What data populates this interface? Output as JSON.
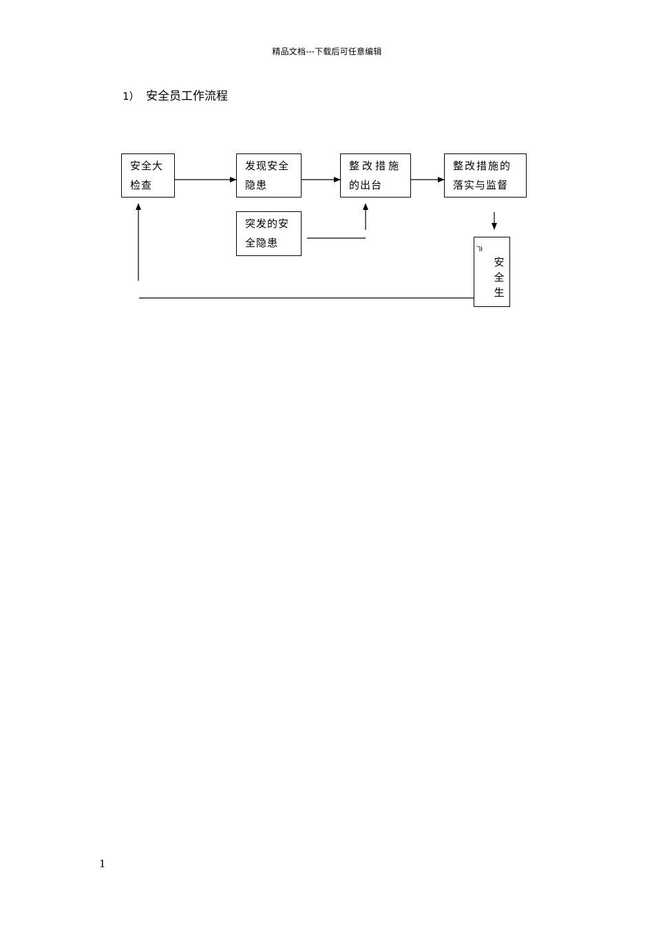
{
  "header": {
    "text": "精品文档---下载后可任意编辑"
  },
  "title": {
    "number": "1）",
    "text": "安全员工作流程"
  },
  "flow": {
    "box1": {
      "line1": "安全大",
      "line2": "检查"
    },
    "box2": {
      "line1": "发现安全",
      "line2": "隐患"
    },
    "box3": {
      "line1": "整改措施",
      "line2": "的出台"
    },
    "box4": {
      "line1": "整改措施的",
      "line2": "落实与监督"
    },
    "box5": {
      "line1": "突发的安",
      "line2": "全隐患"
    },
    "box6": {
      "small": "产",
      "text": "安全生"
    }
  },
  "footer": {
    "page_number": "1"
  }
}
